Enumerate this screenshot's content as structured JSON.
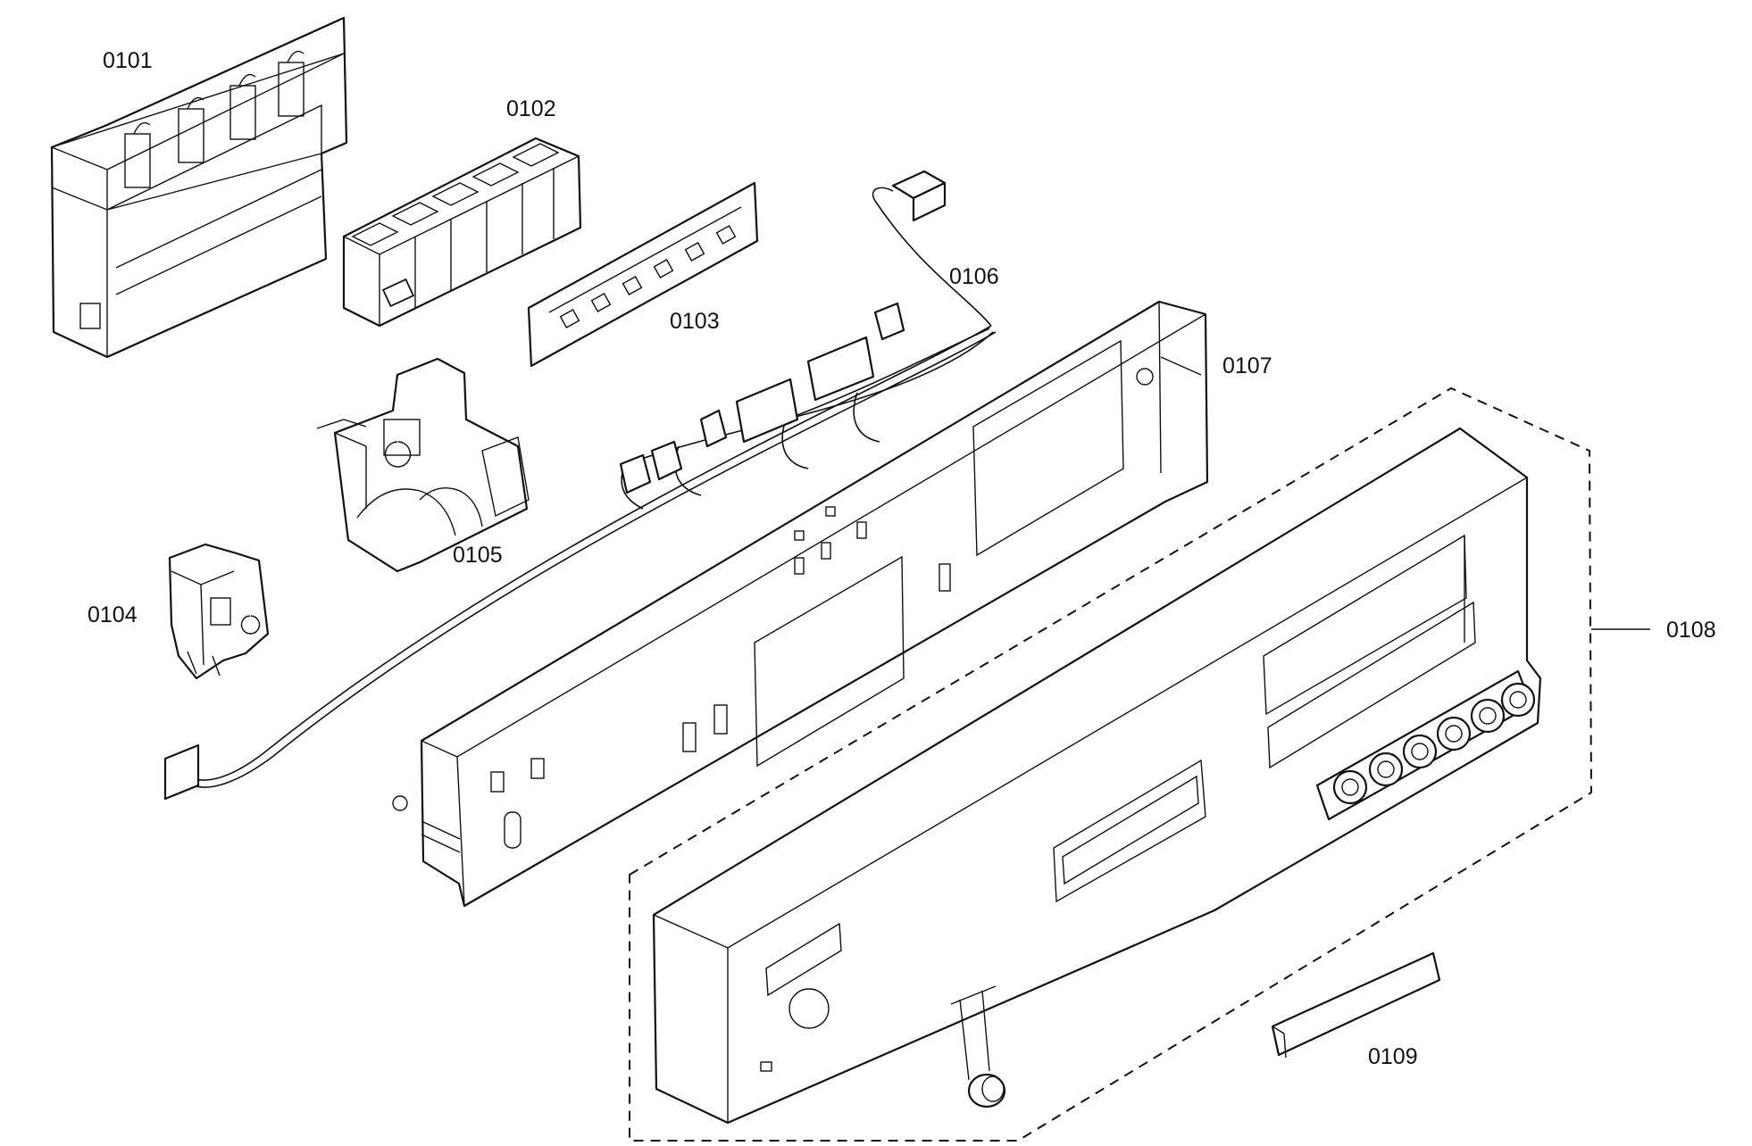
{
  "diagram": {
    "labels": {
      "p0101": "0101",
      "p0102": "0102",
      "p0103": "0103",
      "p0104": "0104",
      "p0105": "0105",
      "p0106": "0106",
      "p0107": "0107",
      "p0108": "0108",
      "p0109": "0109"
    }
  }
}
